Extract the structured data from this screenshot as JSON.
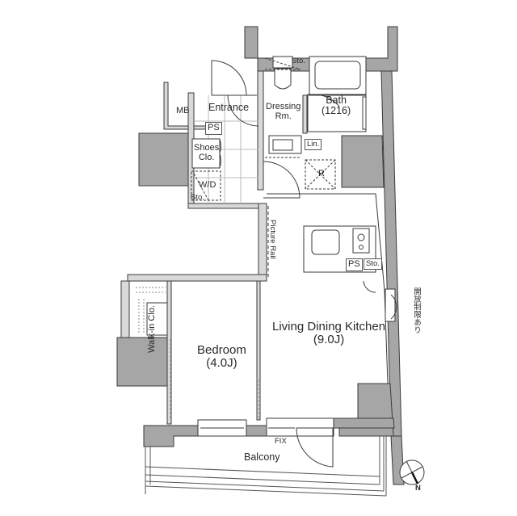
{
  "floor_plan": {
    "colors": {
      "structure_wall": "#a6a6a6",
      "partition_wall": "#d9d9d9",
      "line": "#3a3a3a",
      "background": "#ffffff"
    },
    "rooms": {
      "entrance": "Entrance",
      "mb": "MB",
      "ps_entrance": "PS",
      "shoes_closet": {
        "line1": "Shoes",
        "line2": "Clo."
      },
      "wd": "W/D",
      "sto_wd": "Sto.",
      "dressing_room": {
        "line1": "Dressing",
        "line2": "Rm."
      },
      "sto_toilet": "Sto.",
      "bath": {
        "line1": "Bath",
        "line2": "(1216)"
      },
      "linen": "Lin.",
      "refrigerator": "R",
      "picture_rail": "Picture Rail",
      "walk_in_closet": {
        "line1": "Walk-in",
        "line2": "Clo."
      },
      "bedroom": {
        "line1": "Bedroom",
        "line2": "(4.0J)"
      },
      "ldk": {
        "line1": "Living Dining Kitchen",
        "line2": "(9.0J)"
      },
      "ps_kitchen": "PS",
      "sto_kitchen": "Sto.",
      "window_note": "開放制限あり",
      "fix": "FIX",
      "balcony": "Balcony"
    },
    "compass": {
      "north_label": "N"
    }
  }
}
